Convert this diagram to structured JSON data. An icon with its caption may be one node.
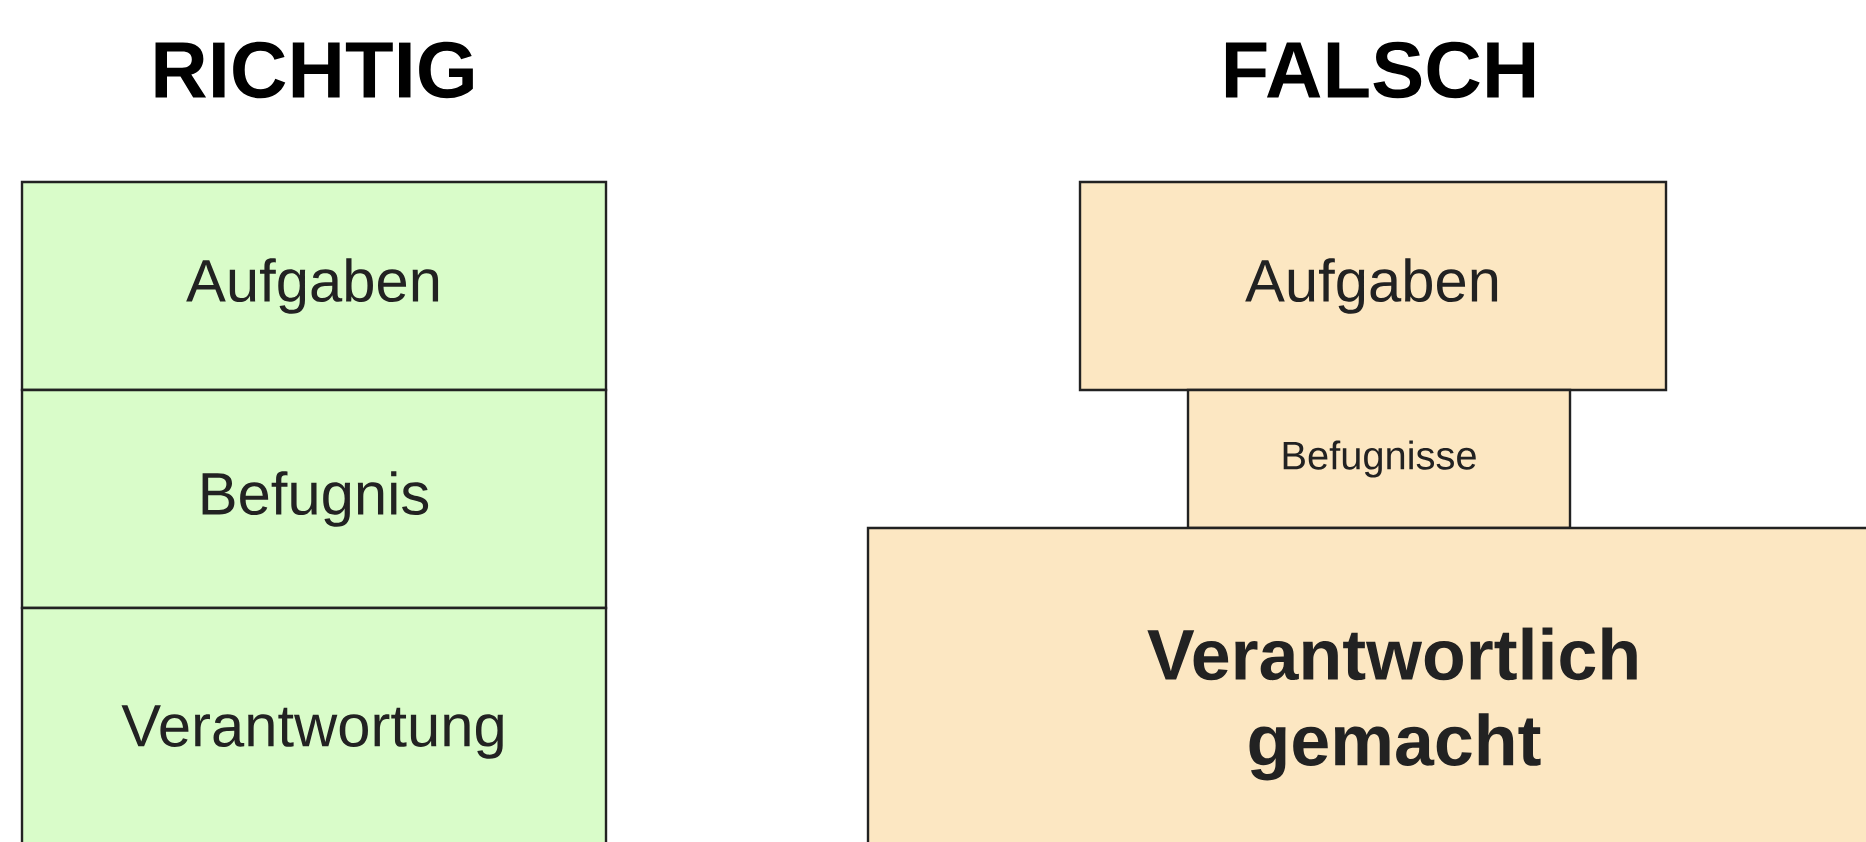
{
  "diagram": {
    "nodes": [
      {
        "text": [
          "Aufgaben"
        ]
      },
      {
        "text": [
          "Befugnis"
        ]
      },
      {
        "text": [
          "Verantwortung"
        ]
      },
      {
        "text": [
          "Aufgaben"
        ]
      },
      {
        "text": [
          "Befugnisse"
        ]
      },
      {
        "text": [
          "Verantwortlich gemacht"
        ]
      }
    ],
    "labels": [
      "RICHTIG",
      "FALSCH"
    ]
  }
}
